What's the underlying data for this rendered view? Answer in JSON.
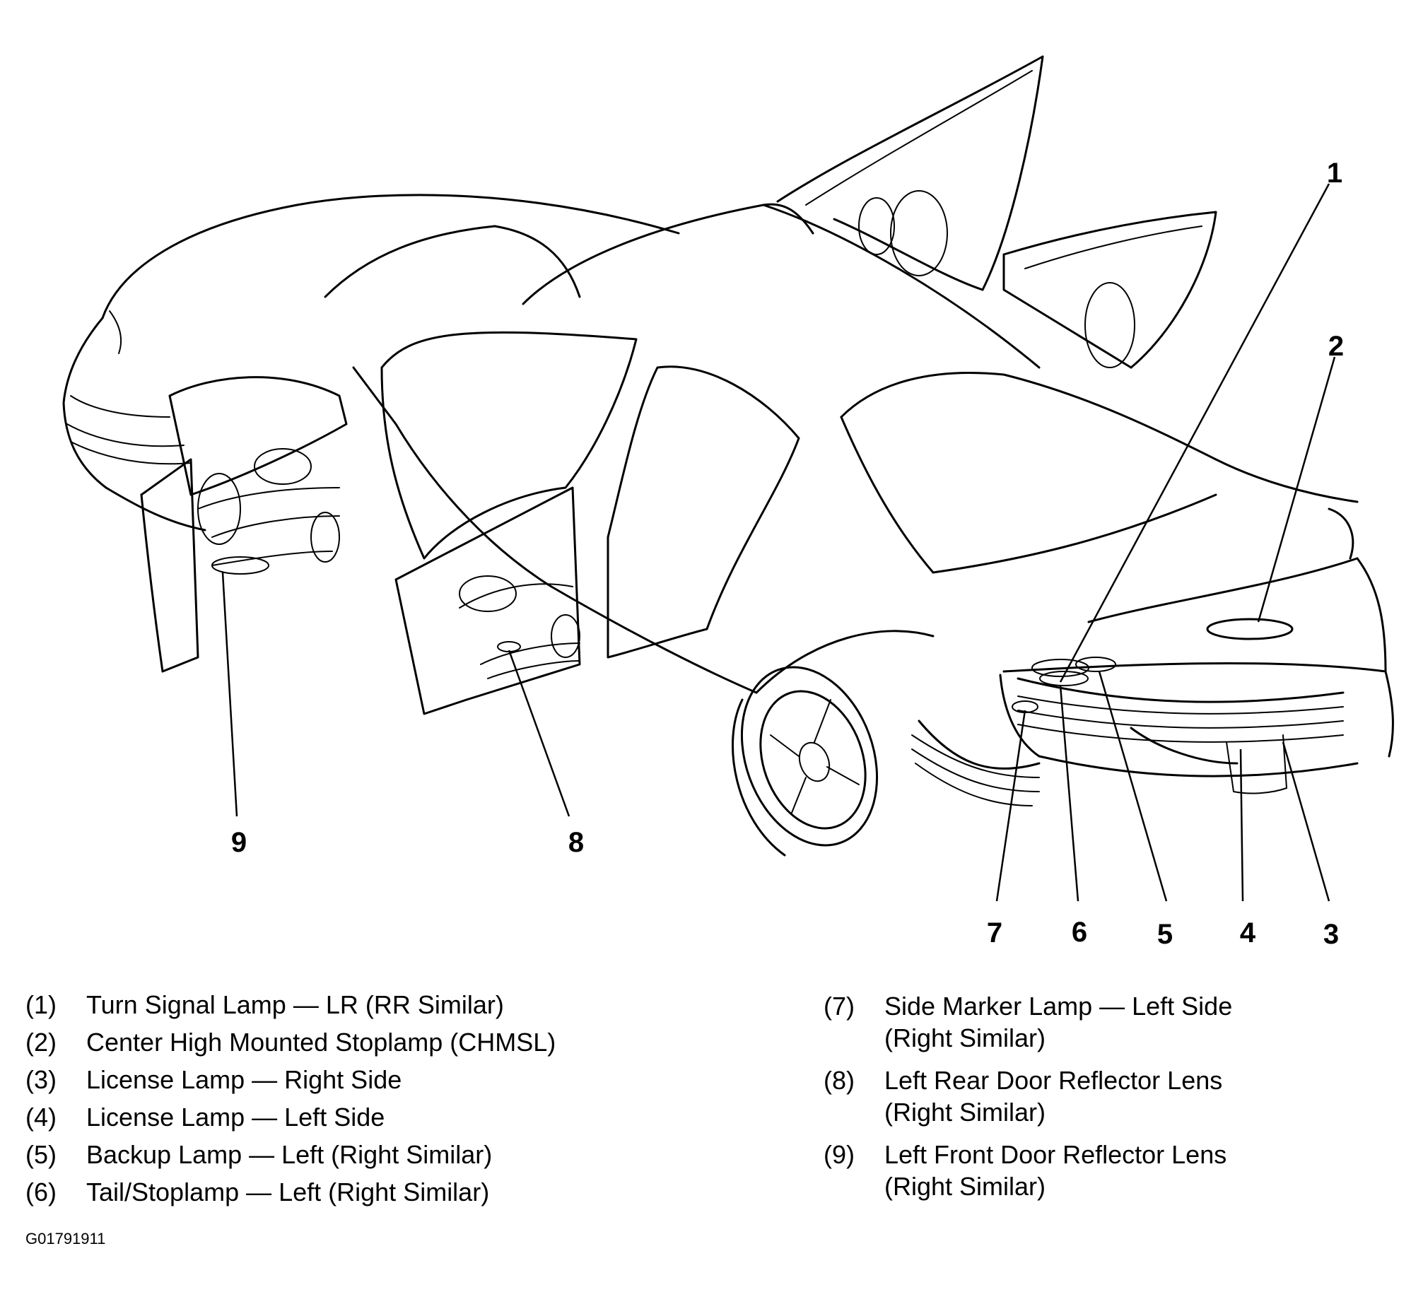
{
  "callouts": [
    "1",
    "2",
    "3",
    "4",
    "5",
    "6",
    "7",
    "8",
    "9"
  ],
  "legend_left": [
    {
      "num": "(1)",
      "text": "Turn Signal Lamp — LR (RR Similar)"
    },
    {
      "num": "(2)",
      "text": "Center High Mounted Stoplamp (CHMSL)"
    },
    {
      "num": "(3)",
      "text": "License Lamp — Right Side"
    },
    {
      "num": "(4)",
      "text": "License Lamp — Left Side"
    },
    {
      "num": "(5)",
      "text": "Backup Lamp — Left (Right Similar)"
    },
    {
      "num": "(6)",
      "text": "Tail/Stoplamp — Left (Right Similar)"
    }
  ],
  "legend_right": [
    {
      "num": "(7)",
      "line1": "Side Marker Lamp — Left Side",
      "line2": "(Right Similar)"
    },
    {
      "num": "(8)",
      "line1": "Left Rear Door Reflector Lens",
      "line2": "(Right Similar)"
    },
    {
      "num": "(9)",
      "line1": "Left Front Door Reflector Lens",
      "line2": "(Right Similar)"
    }
  ],
  "figure_id": "G01791911"
}
